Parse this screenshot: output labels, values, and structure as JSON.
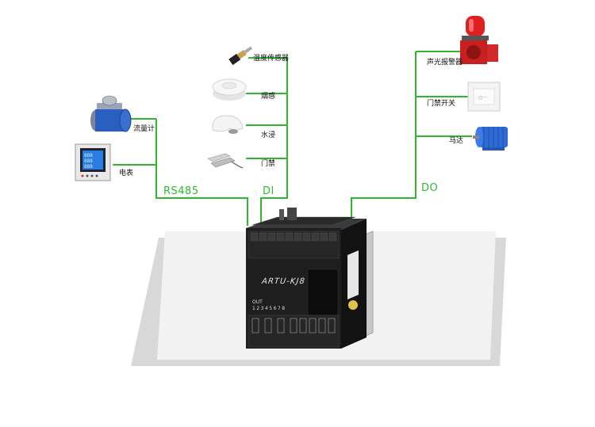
{
  "buses": {
    "rs485": "RS485",
    "di": "DI",
    "do": "DO"
  },
  "rs485_devices": [
    {
      "label": "流量计",
      "icon": "flowmeter-icon"
    },
    {
      "label": "电表",
      "icon": "power-meter-icon"
    }
  ],
  "di_devices": [
    {
      "label": "温度传感器",
      "icon": "temperature-sensor-icon"
    },
    {
      "label": "烟感",
      "icon": "smoke-detector-icon"
    },
    {
      "label": "水浸",
      "icon": "water-sensor-icon"
    },
    {
      "label": "门禁",
      "icon": "door-magnet-icon"
    }
  ],
  "do_devices": [
    {
      "label": "声光报警器",
      "icon": "siren-alarm-icon"
    },
    {
      "label": "门禁开关",
      "icon": "door-switch-icon"
    },
    {
      "label": "马达",
      "icon": "motor-icon"
    }
  ],
  "device": {
    "model": "ARTU-KJ8",
    "out_label": "OUT",
    "out_numbers": "12345678"
  },
  "colors": {
    "line": "#2eb82e",
    "device_body": "#1e1e1e",
    "platform": "#ececec"
  }
}
